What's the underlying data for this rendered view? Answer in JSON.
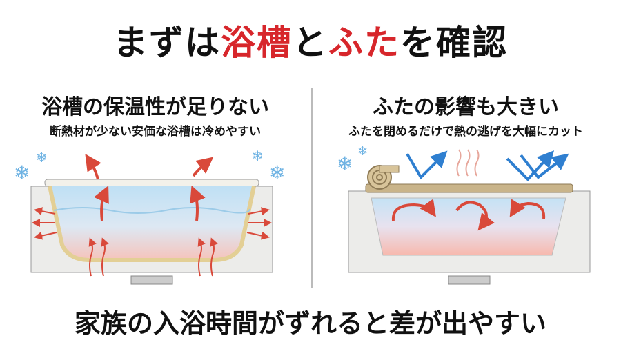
{
  "title": {
    "part1": "まずは",
    "part2": "浴槽",
    "part3": "と",
    "part4": "ふた",
    "part5": "を確認"
  },
  "left": {
    "heading": "浴槽の保温性が足りない",
    "subheading": "断熱材が少ない安価な浴槽は冷めやすい"
  },
  "right": {
    "heading": "ふたの影響も大きい",
    "subheading": "ふたを閉めるだけで熱の逃げを大幅にカット"
  },
  "footer": "家族の入浴時間がずれると差が出やすい",
  "colors": {
    "accent": "#d7262b",
    "text": "#111111",
    "heat": "#d9493a",
    "cold": "#2f7fd0"
  }
}
